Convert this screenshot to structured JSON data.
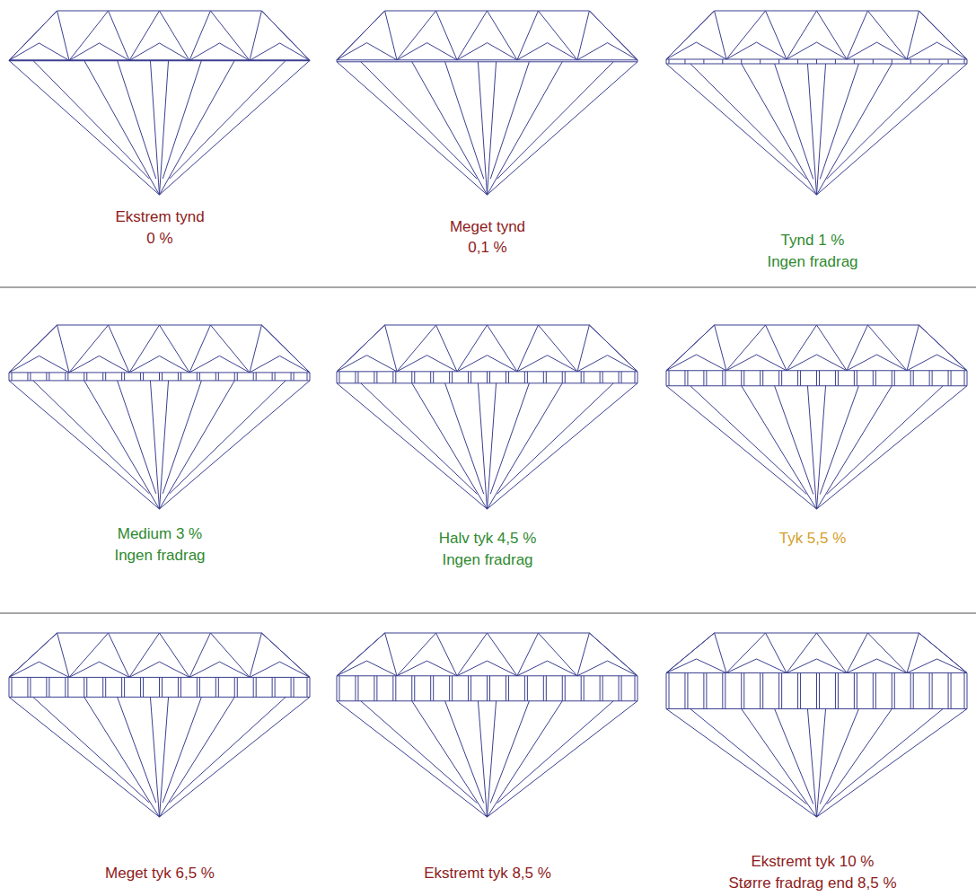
{
  "diagram": {
    "labels": [
      "Ekstrem tynd",
      "0 %",
      "Meget tynd",
      "0,1 %",
      "Tynd 1 %",
      "Ingen fradrag",
      "Medium 3 %",
      "Ingen fradrag",
      "Halv tyk 4,5 %",
      "Ingen fradrag",
      "Tyk 5,5 %",
      "Meget tyk 6,5 %",
      "Ekstremt tyk 8,5 %",
      "Ekstremt tyk 10 %",
      "Større fradrag end 8,5 %"
    ]
  }
}
